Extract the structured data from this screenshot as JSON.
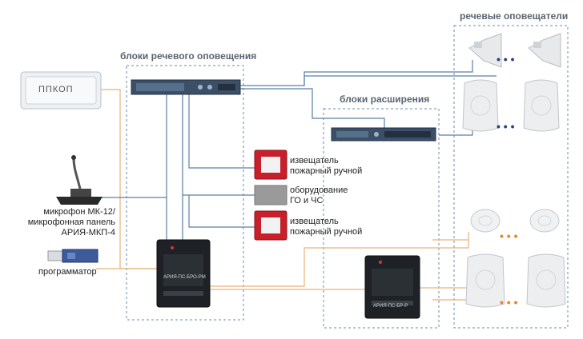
{
  "groups": {
    "speech_blocks": "блоки речевого оповещения",
    "expansion_blocks": "блоки расширения",
    "speakers": "речевые оповещатели"
  },
  "devices": {
    "ppkop": "ППКОП",
    "controller_main": "АРИЯ-ПС-БРО-РМ",
    "controller_ext": "АРИЯ-ПС-БР-Р"
  },
  "labels": {
    "microphone": [
      "микрофон МК-12/",
      "микрофонная панель",
      "АРИЯ-МКП-4"
    ],
    "programmer": "программатор",
    "manual_call_point_1": [
      "извещатель",
      "пожарный ручной"
    ],
    "go_cs_equipment": [
      "оборудование",
      "ГО и ЧС"
    ],
    "manual_call_point_2": [
      "извещатель",
      "пожарный ручной"
    ]
  },
  "dots": "• • •",
  "colors": {
    "blue_line": "#5b7fa8",
    "orange_line": "#e8b278",
    "dash_border": "#6a8bb0",
    "orange_dot": "#e8851c",
    "blue_dot": "#27427a"
  }
}
